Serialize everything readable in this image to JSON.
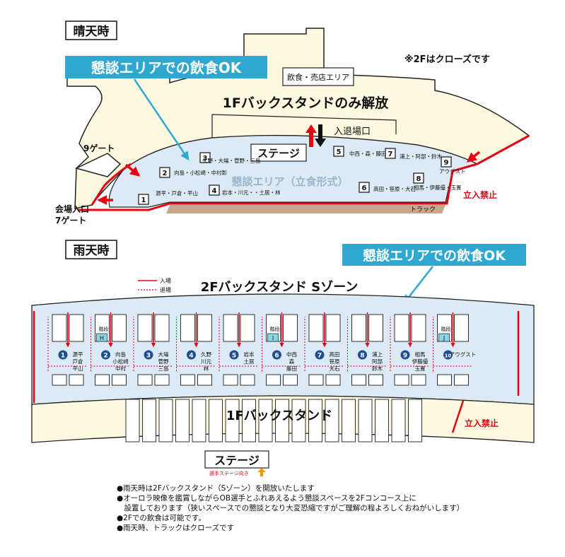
{
  "sunny": {
    "heading": "晴天時",
    "closed_note": "※2Fはクローズです",
    "callout": "懇談エリアでの飲食OK",
    "food_area": "飲食・売店エリア",
    "backstand_label": "1Fバックスタンドのみ解放",
    "entry_exit": "入退場口",
    "stage": "ステージ",
    "gate9": "9ゲート",
    "gate7_line1": "会場入口",
    "gate7_line2": "7ゲート",
    "area_name": "懇談エリア（立食形式）",
    "track": "トラック",
    "no_entry": "立入禁止",
    "spots": [
      {
        "num": "1",
        "names": "源平・戸倉・平山"
      },
      {
        "num": "2",
        "names": "向島・小松崎・中村彰"
      },
      {
        "num": "3",
        "names": "久野・大場・菅野・三島"
      },
      {
        "num": "4",
        "names": "岩本・川元・・土居・林"
      },
      {
        "num": "5",
        "names": "中西・森・藤田"
      },
      {
        "num": "6",
        "names": "高田・笹原・大石"
      },
      {
        "num": "7",
        "names": "浦上・阿部・鈴木"
      },
      {
        "num": "8",
        "names": "相馬・伊藤優・玉置"
      },
      {
        "num": "9",
        "names": "アウグスト"
      }
    ]
  },
  "rainy": {
    "heading": "雨天時",
    "callout": "懇談エリアでの飲食OK",
    "legend_enter": "入場",
    "legend_exit": "退場",
    "zone_label": "2Fバックスタンド Sゾーン",
    "lower_label": "1Fバックスタンド",
    "no_entry": "立入禁止",
    "stage": "ステージ",
    "stage_direction": "選手ステージ向き",
    "stairs_label": "階段",
    "stairs": [
      "H",
      "I",
      "J"
    ],
    "spots": [
      {
        "num": "1",
        "names": [
          "源平",
          "戸倉",
          "平山"
        ]
      },
      {
        "num": "2",
        "names": [
          "向島",
          "小松崎",
          "中村"
        ]
      },
      {
        "num": "3",
        "names": [
          "大場",
          "菅野",
          "三島"
        ]
      },
      {
        "num": "4",
        "names": [
          "久野",
          "川元",
          "林"
        ]
      },
      {
        "num": "5",
        "names": [
          "岩本",
          "土居"
        ]
      },
      {
        "num": "6",
        "names": [
          "中西",
          "森",
          "藤田"
        ]
      },
      {
        "num": "7",
        "names": [
          "高田",
          "笹原",
          "大石"
        ]
      },
      {
        "num": "8",
        "names": [
          "浦上",
          "阿部",
          "鈴木"
        ]
      },
      {
        "num": "9",
        "names": [
          "相馬",
          "伊藤優",
          "玉置"
        ]
      },
      {
        "num": "10",
        "names": [
          "アウグスト"
        ]
      }
    ]
  },
  "notes": [
    "●雨天時は2Fバックスタンド（Sゾーン）を開放いたします",
    "●オーロラ映像を鑑賞しながらOB選手とふれあえるよう懇談スペースを2Fコンコース上に",
    "　設置しております（狭いスペースでの懇談となり大変恐縮ですがご理解の程よろしくおねがいします）",
    "●2Fでの飲食は可能です。",
    "●雨天時、トラックはクローズです"
  ],
  "colors": {
    "red": "#e60012",
    "blue_fill": "#dbeaf5",
    "cream": "#fdf8df",
    "navy": "#1f4f8f",
    "cyan": "#2ea8d0",
    "track": "#c9a58c"
  }
}
